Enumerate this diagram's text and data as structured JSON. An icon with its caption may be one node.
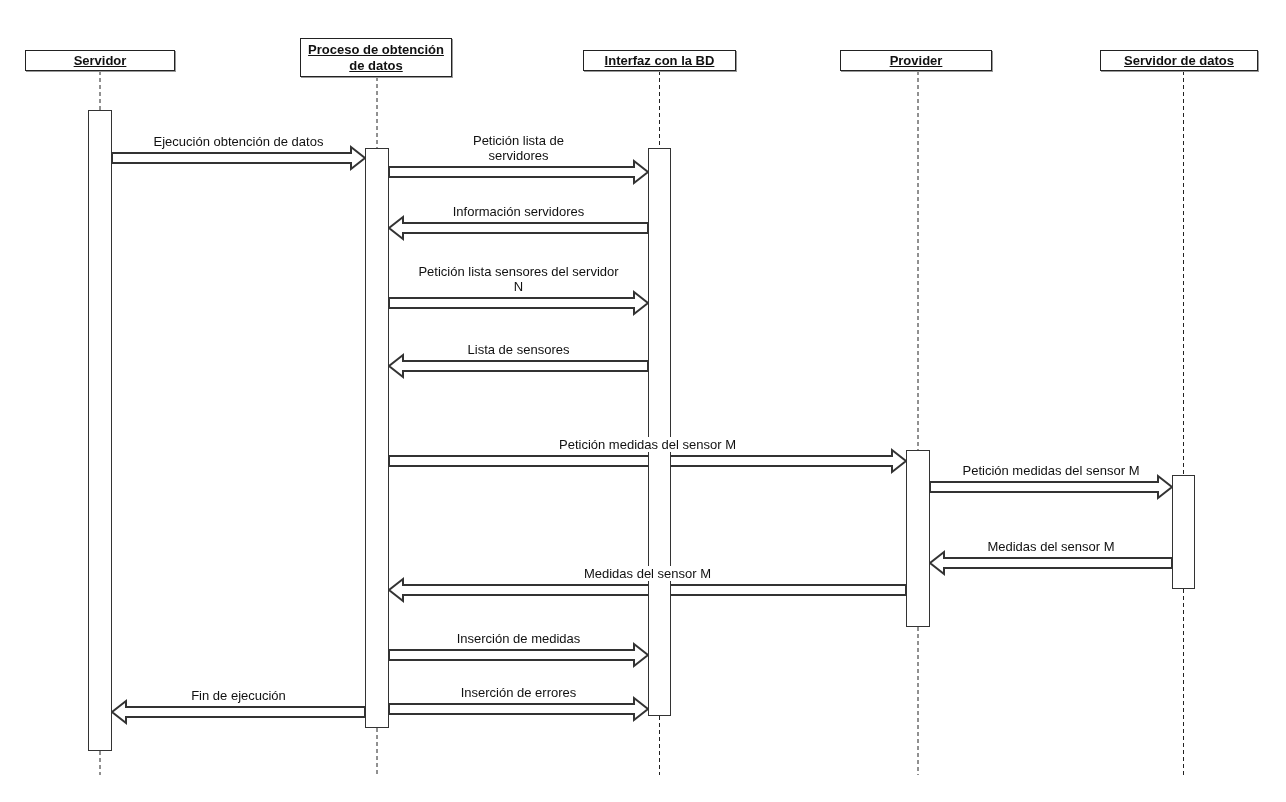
{
  "diagram": {
    "nodes": [
      {
        "text": [
          "Servidor"
        ]
      },
      {
        "text": [
          "Proceso de obtención de datos"
        ]
      },
      {
        "text": [
          "Interfaz con la BD"
        ]
      },
      {
        "text": [
          "Provider"
        ]
      },
      {
        "text": [
          "Servidor de datos"
        ]
      },
      {
        "text": [],
        "shape": "bar"
      },
      {
        "text": [],
        "shape": "bar"
      },
      {
        "text": [],
        "shape": "bar"
      },
      {
        "text": [],
        "shape": "bar"
      },
      {
        "text": [],
        "shape": "bar"
      }
    ],
    "edges": [
      {
        "from": 0,
        "to": 5,
        "arrow": "none",
        "style": "dashed"
      },
      {
        "from": 1,
        "to": 6,
        "arrow": "none",
        "style": "dashed"
      },
      {
        "from": 2,
        "to": 7,
        "arrow": "none",
        "style": "dashed"
      },
      {
        "from": 3,
        "to": 8,
        "arrow": "none",
        "style": "dashed"
      },
      {
        "from": 4,
        "to": 9,
        "arrow": "none",
        "style": "dashed"
      },
      {
        "from": 5,
        "to": 6,
        "arrow": "to",
        "label": "Ejecución obtención de datos"
      },
      {
        "from": 6,
        "to": 7,
        "arrow": "to",
        "label": "Petición lista de servidores"
      },
      {
        "from": 7,
        "to": 6,
        "arrow": "to",
        "label": "Información servidores"
      },
      {
        "from": 6,
        "to": 7,
        "arrow": "to",
        "label": "Petición lista sensores del servidor N"
      },
      {
        "from": 7,
        "to": 6,
        "arrow": "to",
        "label": "Lista de sensores"
      },
      {
        "from": 6,
        "to": 8,
        "arrow": "to",
        "label": "Petición medidas del sensor M"
      },
      {
        "from": 8,
        "to": 9,
        "arrow": "to",
        "label": "Petición medidas del sensor M"
      },
      {
        "from": 9,
        "to": 8,
        "arrow": "to",
        "label": "Medidas del sensor M"
      },
      {
        "from": 8,
        "to": 6,
        "arrow": "to",
        "label": "Medidas del sensor M"
      },
      {
        "from": 6,
        "to": 7,
        "arrow": "to",
        "label": "Inserción de medidas"
      },
      {
        "from": 6,
        "to": 7,
        "arrow": "to",
        "label": "Inserción de errores"
      },
      {
        "from": 6,
        "to": 5,
        "arrow": "to",
        "label": "Fin de ejecución"
      }
    ]
  }
}
